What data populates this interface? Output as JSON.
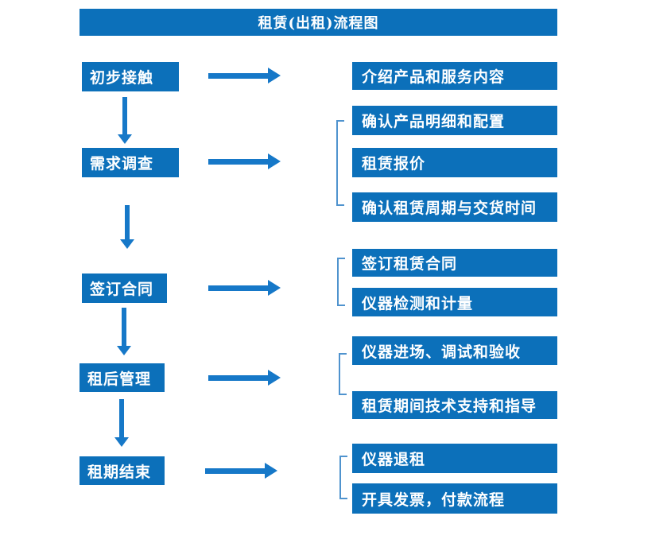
{
  "title": "租赁(出租)流程图",
  "colors": {
    "box_fill": "#0c70ba",
    "arrow_fill": "#1678c8",
    "bracket_line": "#4f93ce",
    "text": "#ffffff",
    "background": "#ffffff"
  },
  "steps": [
    {
      "label": "初步接触",
      "details": [
        "介绍产品和服务内容"
      ]
    },
    {
      "label": "需求调查",
      "details": [
        "确认产品明细和配置",
        "租赁报价",
        "确认租赁周期与交货时间"
      ]
    },
    {
      "label": "签订合同",
      "details": [
        "签订租赁合同",
        "仪器检测和计量"
      ]
    },
    {
      "label": "租后管理",
      "details": [
        "仪器进场、调试和验收",
        "租赁期间技术支持和指导"
      ]
    },
    {
      "label": "租期结束",
      "details": [
        "仪器退租",
        "开具发票，付款流程"
      ]
    }
  ]
}
